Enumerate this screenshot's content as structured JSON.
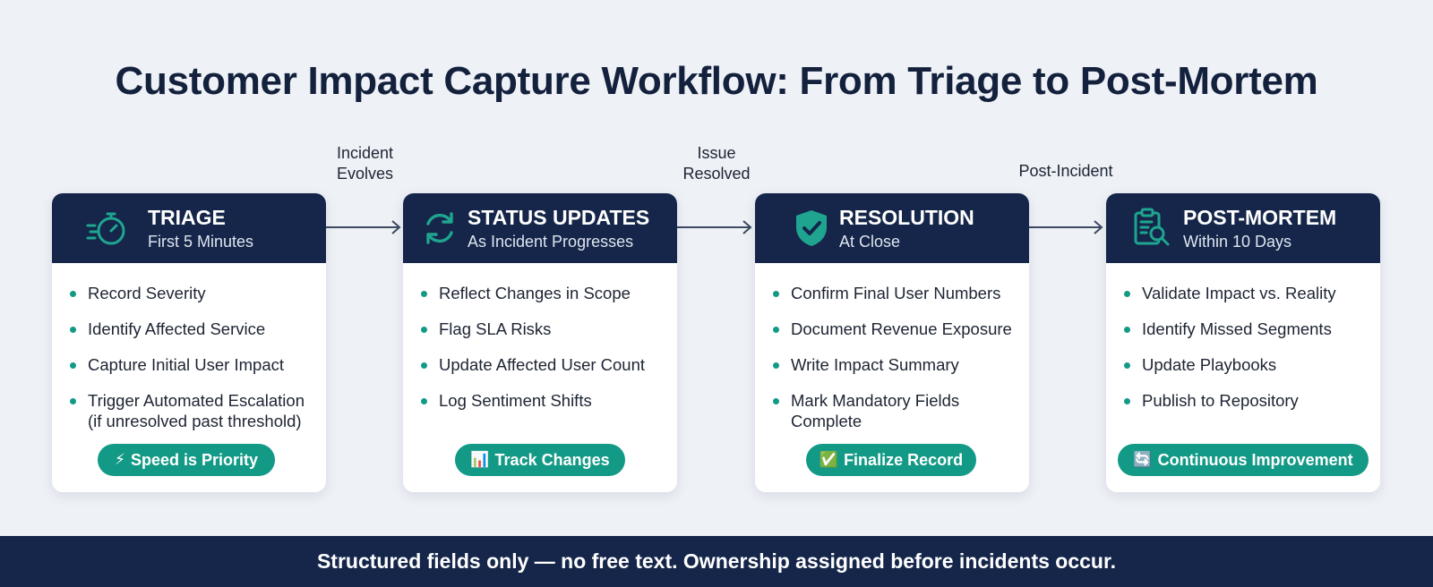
{
  "title": "Customer Impact Capture Workflow: From Triage to Post-Mortem",
  "connectors": [
    {
      "line1": "Incident",
      "line2": "Evolves"
    },
    {
      "line1": "Issue",
      "line2": "Resolved"
    },
    {
      "line1": "Post-Incident",
      "line2": ""
    }
  ],
  "stages": [
    {
      "title": "TRIAGE",
      "subtitle": "First 5 Minutes",
      "icon": "stopwatch-icon",
      "items": [
        "Record Severity",
        "Identify Affected Service",
        "Capture Initial User Impact",
        "Trigger Automated Escalation (if unresolved past threshold)"
      ],
      "badge_icon": "⚡",
      "badge": "Speed is Priority"
    },
    {
      "title": "STATUS UPDATES",
      "subtitle": "As Incident Progresses",
      "icon": "refresh-icon",
      "items": [
        "Reflect Changes in Scope",
        "Flag SLA Risks",
        "Update Affected User Count",
        "Log Sentiment Shifts"
      ],
      "badge_icon": "📊",
      "badge": "Track Changes"
    },
    {
      "title": "RESOLUTION",
      "subtitle": "At Close",
      "icon": "shield-check-icon",
      "items": [
        "Confirm Final User Numbers",
        "Document Revenue Exposure",
        "Write Impact Summary",
        "Mark Mandatory Fields Complete"
      ],
      "badge_icon": "✅",
      "badge": "Finalize Record"
    },
    {
      "title": "POST-MORTEM",
      "subtitle": "Within 10 Days",
      "icon": "clipboard-search-icon",
      "items": [
        "Validate Impact vs. Reality",
        "Identify Missed Segments",
        "Update Playbooks",
        "Publish to Repository"
      ],
      "badge_icon": "🔄",
      "badge": "Continuous Improvement"
    }
  ],
  "colors": {
    "navy": "#15264a",
    "teal": "#139a86",
    "background": "#eef1f6"
  },
  "footer": "Structured fields only — no free text. Ownership assigned before incidents occur."
}
